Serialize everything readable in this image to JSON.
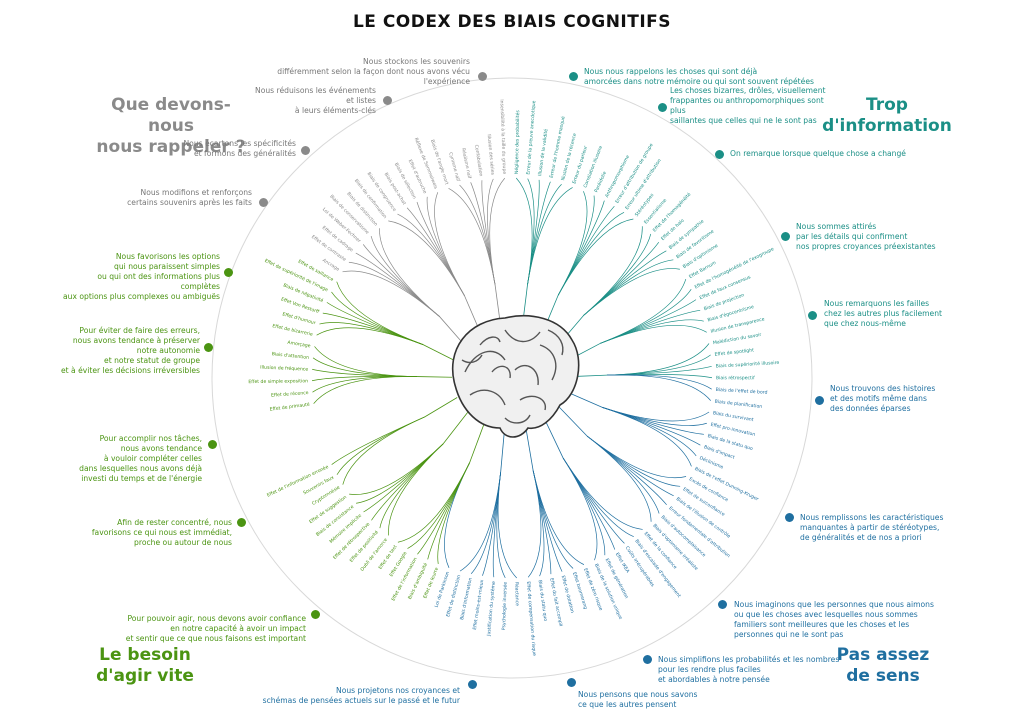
{
  "title": "LE CODEX DES BIAIS COGNITIFS",
  "colors": {
    "gray": "#8a8a8a",
    "teal": "#1b8f86",
    "green": "#4b9412",
    "blue": "#1f6fa0"
  },
  "categories": {
    "remember": "Que devons-nous\nnous rappeler ?",
    "too_much": "Trop\nd'information",
    "act_fast": "Le besoin\nd'agir vite",
    "not_enough": "Pas assez\nde sens"
  },
  "subcategories": {
    "g1": "Nous stockons les souvenirs\ndifféremment selon la façon dont nous avons vécu l'expérience",
    "g2": "Nous réduisons les événements et listes\nà leurs éléments-clés",
    "g3": "Nous écartons les spécificités\net formons des généralités",
    "g4": "Nous modifions et renforçons\ncertains souvenirs après les faits",
    "t1": "Nous nous rappelons les choses qui sont déjà\namorcées dans notre mémoire ou qui sont souvent répétées",
    "t2": "Les choses bizarres, drôles, visuellement\nfrappantes ou anthropomorphiques sont plus\nsaillantes que celles qui ne le sont pas",
    "t3": "On remarque lorsque quelque chose a changé",
    "t4": "Nous sommes attirés\npar les détails qui confirment\nnos propres croyances préexistantes",
    "t5": "Nous remarquons les failles\nchez les autres plus facilement\nque chez nous-même",
    "b1": "Nous trouvons des histoires\net des motifs même dans\ndes données éparses",
    "b2": "Nous remplissons les caractéristiques\nmanquantes à partir de stéréotypes,\nde généralités et de nos a priori",
    "b3": "Nous imaginons que les personnes que nous aimons\nou que les choses avec lesquelles nous sommes\nfamiliers sont meilleures que les choses et les\npersonnes qui ne le sont pas",
    "b4": "Nous simplifions les probabilités et les nombres\npour les rendre plus faciles\net abordables à notre pensée",
    "b5": "Nous pensons que nous savons\nce que les autres pensent",
    "b6": "Nous projetons nos croyances et\nschémas de pensées actuels sur le passé et le futur",
    "n1": "Nous favorisons les options\nqui nous paraissent simples\nou qui ont des informations plus complètes\naux options plus complexes ou ambiguës",
    "n2": "Pour éviter de faire des erreurs,\nnous avons tendance à préserver\nnotre autonomie\net notre statut de groupe\net à éviter les décisions irréversibles",
    "n3": "Pour accomplir nos tâches,\nnous avons tendance\nà vouloir compléter celles\ndans lesquelles nous avons déjà\ninvesti du temps et de l'énergie",
    "n4": "Afin de rester concentré, nous\nfavorisons ce qui nous est immédiat,\nproche ou autour de nous",
    "n5": "Pour pouvoir agir, nous devons avoir confiance\nen notre capacité à avoir un impact\net sentir que ce que nous faisons est important"
  },
  "biases": [
    "Effet de primauté",
    "Effet de récence",
    "Effet de simple exposition",
    "Illusion de fréquence",
    "Biais d'attention",
    "Amorçage",
    "Effet de bizarrerie",
    "Effet d'humour",
    "Effet Von Restorff",
    "Biais de négativité",
    "Effet de supériorité de l'image",
    "Effet de saillance",
    "Ancrage",
    "Effet de contraste",
    "Effet de cadrage",
    "Loi de Weber-Fechner",
    "Biais de conservatisme",
    "Biais de distinction",
    "Biais de confirmation",
    "Biais de congruence",
    "Biais post-achat",
    "Biais de sélection",
    "Effet d'autruche",
    "Réflexe de Semmelweis",
    "Biais de l'angle mort",
    "Cynisme naïf",
    "Réalisme naïf",
    "Confabulation",
    "Illusion des séries",
    "Insensibilité à la taille du groupe",
    "Négligence des probabilités",
    "Erreur de la preuve anecdotique",
    "Illusion de la validité",
    "Erreur de l'homme masqué",
    "Illusion de la récence",
    "Erreur du parieur",
    "Corrélation illusoire",
    "Paréidolie",
    "Anthropomorphisme",
    "Erreur d'attribution de groupe",
    "Erreur ultime d'attribution",
    "Stéréotypes",
    "Essentialisme",
    "Effet de l'homogénéité",
    "Effet de halo",
    "Biais de sympathie",
    "Biais de favoritisme",
    "Biais d'optimisme",
    "Effet Barnum",
    "Effet de l'homogénéité de l'exogroupe",
    "Effet de faux consensus",
    "Biais de projection",
    "Biais d'égocentrisme",
    "Illusion de transparence",
    "Malédiction du savoir",
    "Effet de spotlight",
    "Biais de supériorité illusoire",
    "Biais rétrospectif",
    "Biais de l'effet de bord",
    "Biais de planification",
    "Biais du survivant",
    "Effet pro-innovation",
    "Biais de la statu quo",
    "Biais d'impact",
    "Déclinisme",
    "Biais de l'effet Dunning-Kruger",
    "Excès de confiance",
    "Effet de surconfiance",
    "Biais de l'illusion de contrôle",
    "Erreur fondamentale d'attribution",
    "Biais d'autocomplaisance",
    "Biais d'optimisme irréaliste",
    "Effet de la confiance",
    "Biais d'escalade d'engagement",
    "Coûts irrécupérables",
    "Effet IKEA",
    "Effet de génération",
    "Biais de la solution unique",
    "Effet de zéro risque",
    "Effet boomerang",
    "Effet de dotation",
    "Effet du fait accompli",
    "Biais du statu quo",
    "Effet de compensation du risque",
    "Réactance",
    "Psychologie inversée",
    "Justification du système",
    "Effet moins-est-mieux",
    "Biais d'information",
    "Effet de distinction",
    "Loi de Parkinson",
    "Effet de leurre",
    "Biais d'ambiguïté",
    "Effet de l'information",
    "Effet Google",
    "Effet de test",
    "Oubli de l'amorce",
    "Effet de positivité",
    "Effet de rétrospective",
    "Mémoire implicite",
    "Biais de consistance",
    "Effet de suggestion",
    "Cryptomnésie",
    "Souvenirs faux",
    "Effet de l'information erronée"
  ]
}
